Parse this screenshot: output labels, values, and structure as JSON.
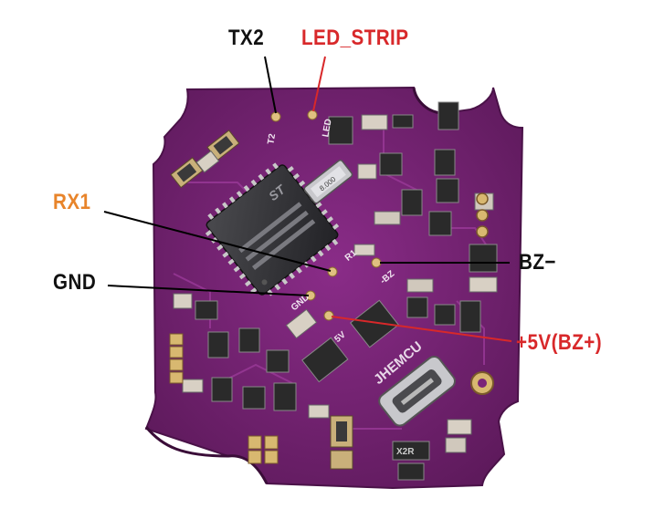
{
  "labels": {
    "tx2": "TX2",
    "led_strip": "LED_STRIP",
    "rx1": "RX1",
    "gnd": "GND",
    "bz_minus": "BZ−",
    "plus5v": "+5V(BZ+)"
  },
  "board_markings": {
    "chip_logo": "ST",
    "usb_brand": "JHEMCU",
    "pad_t2": "T2",
    "pad_led": "LED",
    "pad_r1": "R1",
    "pad_gnd": "GND",
    "pad_5v": "5V",
    "pad_bz": "-BZ",
    "crystal": "8.000",
    "part_code": "X2R"
  },
  "colors": {
    "board": "#7a2478",
    "board_dark": "#5c1659",
    "label_black": "#111111",
    "label_red": "#d8282a",
    "label_orange": "#e8842a",
    "lead_black": "#000000",
    "lead_red": "#d8282a",
    "pad_gold": "#d8b870"
  }
}
